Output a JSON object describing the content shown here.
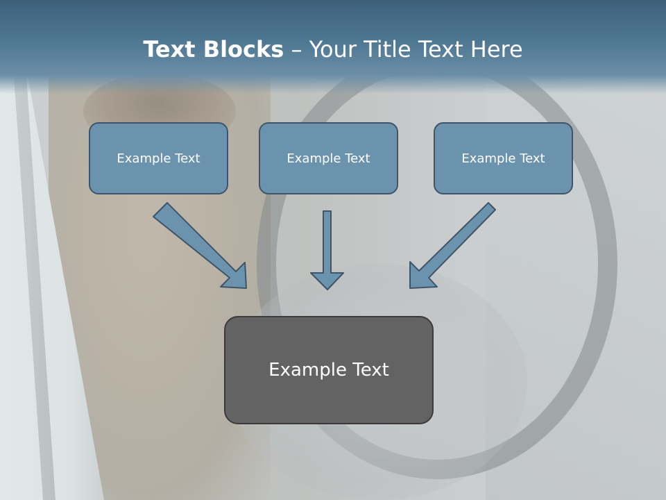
{
  "title": {
    "bold": "Text Blocks",
    "dash": " – ",
    "rest": "Your Title Text Here"
  },
  "boxes": [
    {
      "label": "Example Text"
    },
    {
      "label": "Example Text"
    },
    {
      "label": "Example Text"
    }
  ],
  "center_box": {
    "label": "Example Text"
  },
  "colors": {
    "title_bar": "#4f7893",
    "box_fill": "#6c93ae",
    "box_border": "#3e5468",
    "center_fill": "#636363",
    "arrow_fill": "#6c93ae"
  }
}
